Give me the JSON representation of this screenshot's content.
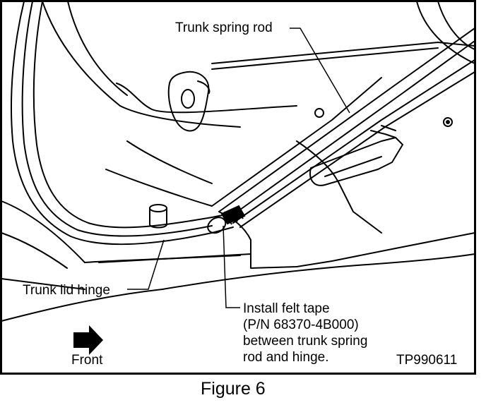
{
  "labels": {
    "spring_rod": "Trunk spring rod",
    "lid_hinge": "Trunk lid hinge",
    "felt_tape": [
      "Install felt tape",
      "(P/N 68370-4B000)",
      "between trunk spring",
      "rod and hinge."
    ],
    "front": "Front",
    "code": "TP990611"
  },
  "caption": "Figure 6",
  "icons": {
    "direction_arrow": "arrow-right-icon"
  }
}
